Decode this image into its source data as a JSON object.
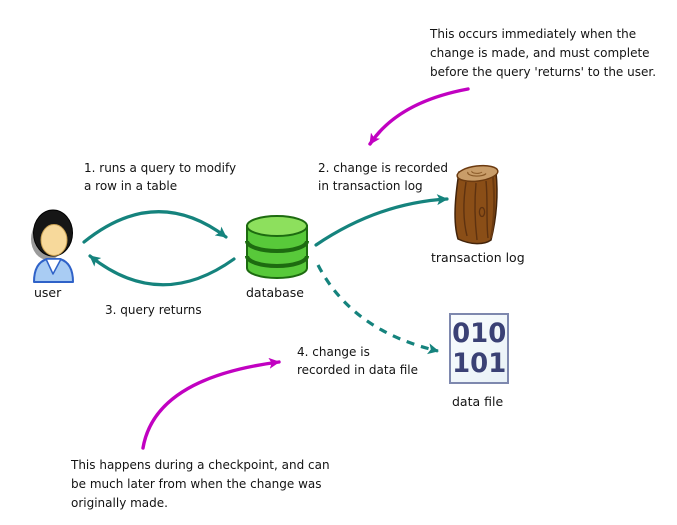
{
  "diagram": {
    "notes": {
      "immediate": "This occurs immediately when the\nchange is made, and must complete\nbefore the query 'returns' to the user.",
      "checkpoint": "This happens during a checkpoint, and can\nbe much later from when the change was\noriginally made."
    },
    "steps": {
      "step1": "1. runs a query to modify\na row in a table",
      "step2": "2. change is recorded\nin transaction log",
      "step3": "3. query returns",
      "step4": "4. change is\nrecorded in data file"
    },
    "labels": {
      "user": "user",
      "database": "database",
      "transaction_log": "transaction log",
      "data_file": "data file"
    },
    "data_file_contents": {
      "line1": "010",
      "line2": "101"
    },
    "icons": {
      "user": "user-avatar-icon",
      "database": "database-cylinder-icon",
      "transaction_log": "wood-log-icon",
      "data_file": "binary-file-icon"
    },
    "colors": {
      "arrow_teal": "#15837d",
      "arrow_magenta": "#c101c1",
      "database_body_green": "#58c93a",
      "database_top_green": "#8de05d",
      "database_outline": "#1d6b10",
      "log_body_brown": "#8a4e17",
      "log_top_tan": "#c99d69",
      "data_file_border": "#7e88ae",
      "data_file_digits": "#3a4175",
      "shirt_blue": "#a9ccf3",
      "background": "#ffffff"
    }
  }
}
